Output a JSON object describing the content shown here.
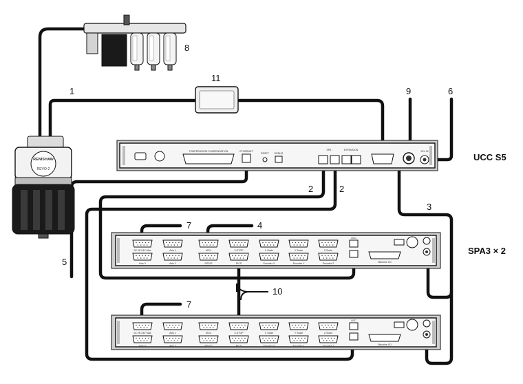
{
  "units": {
    "ucc_title": "UCC S5",
    "spa_title": "SPA3 × 2"
  },
  "callouts": {
    "n1": "1",
    "n2a": "2",
    "n2b": "2",
    "n3": "3",
    "n4": "4",
    "n5": "5",
    "n6": "6",
    "n7a": "7",
    "n7b": "7",
    "n8": "8",
    "n9": "9",
    "n10": "10",
    "n11": "11"
  },
  "probe": {
    "brand": "RENISHAW",
    "model": "REVO-2"
  },
  "ucc_panel_labels": {
    "temp": "TEMPERATURE COMPENSATION",
    "ethernet": "ETHERNET",
    "reset": "RESET",
    "usb": "DEBUG",
    "spa": "SPA",
    "expansion": "EXPANSION",
    "power": "24V IN"
  },
  "spa_panel_labels": {
    "row_top": [
      "DC IN 24V Max",
      "Axis 1",
      "MCU",
      "X-STOP",
      "X Scale",
      "Y Scale",
      "Z Scale"
    ],
    "row_bottom": [
      "Axis X",
      "Axis 2",
      "RS232",
      "PICS",
      "Encoder X",
      "Encoder Y",
      "Encoder Z"
    ],
    "machine_io": "Machine I/O",
    "ucc": "UCC"
  },
  "colors": {
    "line": "#111111",
    "panel": "#f6f6f6",
    "bezel": "#cfcfcf"
  }
}
